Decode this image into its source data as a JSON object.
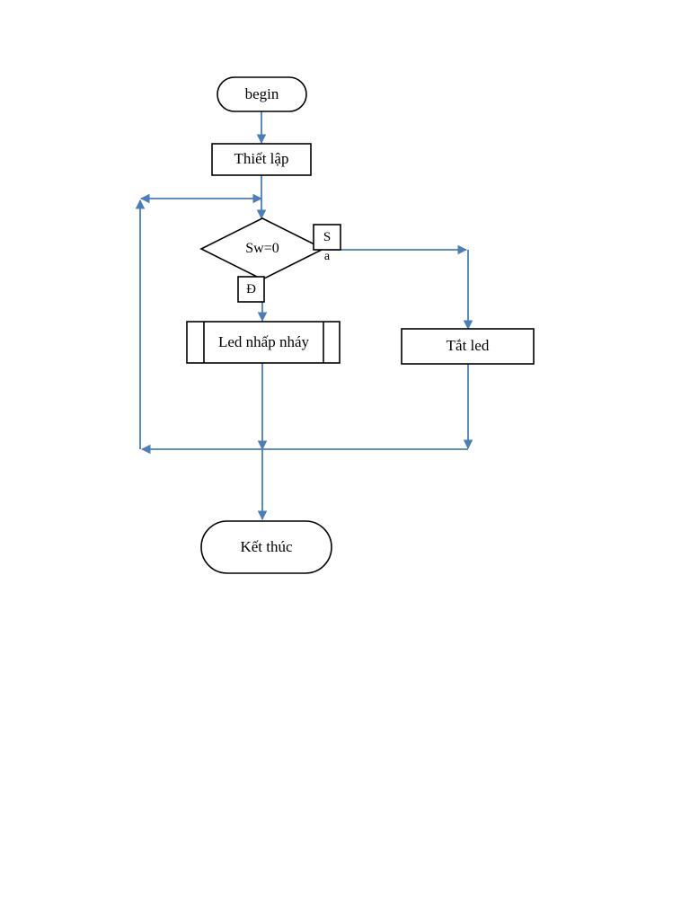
{
  "diagram": {
    "title": "Flowchart Sw=0",
    "colors": {
      "shape_stroke": "#000000",
      "shape_fill": "#ffffff",
      "connector": "#4a7ebb",
      "text": "#000000",
      "background": "#ffffff"
    },
    "nodes": {
      "begin": {
        "label": "begin",
        "type": "terminal"
      },
      "setup": {
        "label": "Thiết lập",
        "type": "process"
      },
      "decision": {
        "label": "Sw=0",
        "type": "decision"
      },
      "blink": {
        "label": "Led nhấp nháy",
        "type": "predefined-process"
      },
      "led_off": {
        "label": "Tắt led",
        "type": "process"
      },
      "end": {
        "label": "Kết thúc",
        "type": "terminal"
      }
    },
    "branches": {
      "false_box": "S",
      "false_overflow": "a",
      "true_box": "Đ"
    }
  }
}
